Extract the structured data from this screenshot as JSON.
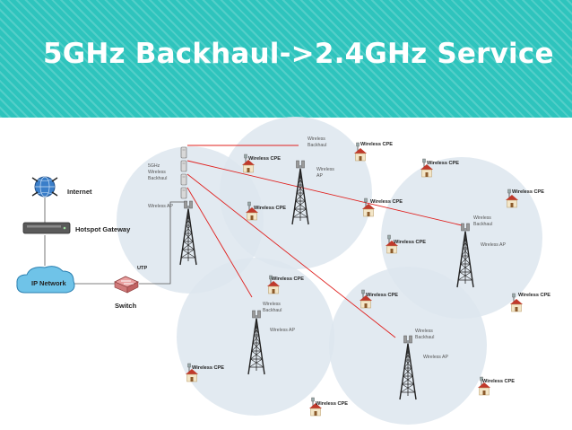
{
  "title": "5GHz Backhaul->2.4GHz Service",
  "colors": {
    "header": "#2ec4bd",
    "coverage": "#dde6ef",
    "link": "#e0201e"
  },
  "labels": {
    "internet": "Internet",
    "gateway": "Hotspot Gateway",
    "ip_network": "IP Network",
    "utp": "UTP",
    "switch": "Switch",
    "backhaul_5ghz": [
      "5GHz",
      "Wireless",
      "Backhaul"
    ],
    "wireless_ap": "Wireless AP",
    "wireless_ap_split": [
      "Wireless",
      "AP"
    ],
    "wireless_backhaul": [
      "Wireless",
      "Backhaul"
    ],
    "wireless_cpe": "Wireless CPE"
  }
}
